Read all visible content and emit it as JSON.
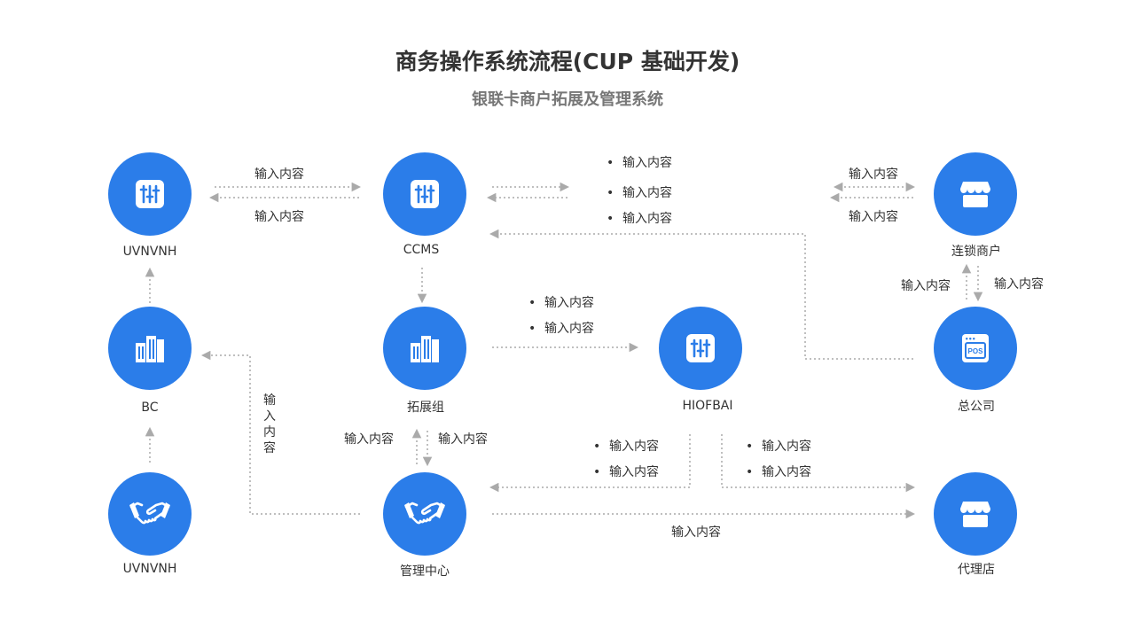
{
  "header": {
    "title": "商务操作系统流程(CUP 基础开发)",
    "subtitle": "银联卡商户拓展及管理系统"
  },
  "colors": {
    "node": "#2b7de9",
    "connector": "#aaaaaa",
    "text": "#333333"
  },
  "nodes": {
    "uvnvnh_top": {
      "label": "UVNVNH",
      "icon": "sliders-icon"
    },
    "ccms": {
      "label": "CCMS",
      "icon": "sliders-icon"
    },
    "chain_merchant": {
      "label": "连锁商户",
      "icon": "store-icon"
    },
    "bc": {
      "label": "BC",
      "icon": "buildings-icon"
    },
    "expansion_group": {
      "label": "拓展组",
      "icon": "buildings-icon"
    },
    "hiofbai": {
      "label": "HIOFBAI",
      "icon": "sliders-icon"
    },
    "head_office": {
      "label": "总公司",
      "icon": "pos-terminal-icon"
    },
    "uvnvnh_bottom": {
      "label": "UVNVNH",
      "icon": "handshake-icon"
    },
    "management_center": {
      "label": "管理中心",
      "icon": "handshake-icon"
    },
    "agent_store": {
      "label": "代理店",
      "icon": "store-icon"
    }
  },
  "icon_text": {
    "pos": "POS"
  },
  "edge_labels": {
    "uvnvnh_ccms_top": "输入内容",
    "uvnvnh_ccms_bottom": "输入内容",
    "ccms_out_1": "输入内容",
    "ccms_out_2": "输入内容",
    "ccms_out_3": "输入内容",
    "chain_left_top": "输入内容",
    "chain_left_bottom": "输入内容",
    "chain_head_left": "输入内容",
    "chain_head_right": "输入内容",
    "expansion_hiofbai_1": "输入内容",
    "expansion_hiofbai_2": "输入内容",
    "mgmt_bc_vertical": "输入内容",
    "expansion_mgmt_left": "输入内容",
    "expansion_mgmt_right": "输入内容",
    "hiofbai_mgmt_1": "输入内容",
    "hiofbai_mgmt_2": "输入内容",
    "hiofbai_agent_1": "输入内容",
    "hiofbai_agent_2": "输入内容",
    "mgmt_agent": "输入内容"
  }
}
